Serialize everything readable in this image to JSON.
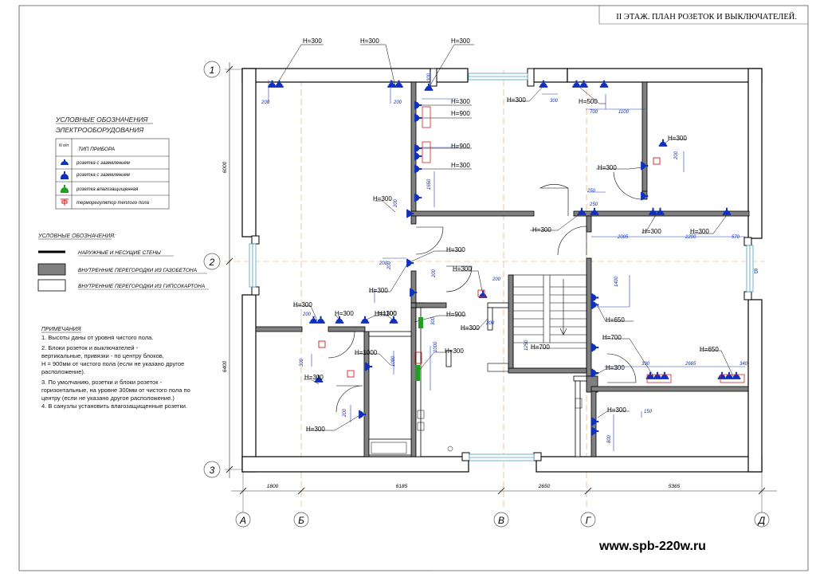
{
  "title": "II ЭТАЖ. ПЛАН РОЗЕТОК И ВЫКЛЮЧАТЕЛЕЙ.",
  "website": "www.spb-220w.ru",
  "legend_equipment": {
    "title_line1": "УСЛОВНЫЕ ОБОЗНАЧЕНИЯ",
    "title_line2": "ЭЛЕКТРООБОРУДОВАНИЯ",
    "col_num": "N п/п",
    "col_type": "ТИП ПРИБОРА",
    "rows": [
      {
        "label": "розетка с заземлением",
        "icon": "socket-grounded-icon"
      },
      {
        "label": "розетка с заземлением",
        "icon": "socket-grounded-icon"
      },
      {
        "label": "розетка влагозащищенная",
        "icon": "socket-waterproof-icon"
      },
      {
        "label": "терморегулятор теплого пола",
        "icon": "thermostat-icon"
      }
    ]
  },
  "legend_walls": {
    "title": "УСЛОВНЫЕ ОБОЗНАЧЕНИЯ:",
    "items": [
      {
        "label": "НАРУЖНЫЕ И НЕСУЩИЕ СТЕНЫ"
      },
      {
        "label": "ВНУТРЕННИЕ ПЕРЕГОРОДКИ ИЗ ГАЗОБЕТОНА"
      },
      {
        "label": "ВНУТРЕННИЕ ПЕРЕГОРОДКИ ИЗ ГИПСОКАРТОНА"
      }
    ]
  },
  "notes": {
    "title": "ПРИМЕЧАНИЯ",
    "lines": [
      "1.  Высоты даны от уровня чистого пола.",
      "2. Блоки розеток и выключателей -",
      "вертикальные, привязки - по центру блоков,",
      "Н = 900мм от чистого пола (если не указано другое",
      "расположение).",
      "3. По умолчанию, розетки и блоки розеток -",
      "горизонтальные, на уровне 300мм от чистого пола по",
      "центру (если не указано другое расположение.)",
      "4. В санузлы установить влагозащищенные розетки."
    ]
  },
  "axes": {
    "rows": [
      "1",
      "2",
      "3"
    ],
    "cols": [
      "А",
      "Б",
      "В",
      "Г",
      "Д"
    ]
  },
  "dimensions": {
    "bottom": [
      "1800",
      "6185",
      "2650",
      "5365"
    ],
    "left": [
      "6000",
      "6400"
    ]
  },
  "height_labels": [
    {
      "text": "H=300"
    },
    {
      "text": "H=300"
    },
    {
      "text": "H=300"
    },
    {
      "text": "H=300"
    },
    {
      "text": "H=900"
    },
    {
      "text": "H=900"
    },
    {
      "text": "H=300"
    },
    {
      "text": "H=300"
    },
    {
      "text": "H=500"
    },
    {
      "text": "H=300"
    },
    {
      "text": "H=300"
    },
    {
      "text": "H=300"
    },
    {
      "text": "H=300"
    },
    {
      "text": "H=300"
    },
    {
      "text": "H=300"
    },
    {
      "text": "H=300"
    },
    {
      "text": "H=300"
    },
    {
      "text": "H=300"
    },
    {
      "text": "H=900"
    },
    {
      "text": "H=300"
    },
    {
      "text": "H=300"
    },
    {
      "text": "H=300"
    },
    {
      "text": "H=300"
    },
    {
      "text": "H=1100"
    },
    {
      "text": "H=1000"
    },
    {
      "text": "H=300"
    },
    {
      "text": "H=300"
    },
    {
      "text": "H=300"
    },
    {
      "text": "H=650"
    },
    {
      "text": "H=700"
    },
    {
      "text": "H=700"
    },
    {
      "text": "H=650"
    },
    {
      "text": "H=300"
    },
    {
      "text": "H=300"
    }
  ],
  "small_dims": [
    {
      "text": "200"
    },
    {
      "text": "200"
    },
    {
      "text": "300"
    },
    {
      "text": "700"
    },
    {
      "text": "1100"
    },
    {
      "text": "1650"
    },
    {
      "text": "300"
    },
    {
      "text": "250"
    },
    {
      "text": "250"
    },
    {
      "text": "200"
    },
    {
      "text": "2005"
    },
    {
      "text": "2200"
    },
    {
      "text": "570"
    },
    {
      "text": "200"
    },
    {
      "text": "200"
    },
    {
      "text": "200"
    },
    {
      "text": "1400"
    },
    {
      "text": "300"
    },
    {
      "text": "1250"
    },
    {
      "text": "1000"
    },
    {
      "text": "390"
    },
    {
      "text": "2665"
    },
    {
      "text": "340"
    },
    {
      "text": "150"
    },
    {
      "text": "800"
    },
    {
      "text": "1080"
    },
    {
      "text": "200"
    },
    {
      "text": "200"
    },
    {
      "text": "300"
    },
    {
      "text": "200"
    },
    {
      "text": "200"
    },
    {
      "text": "200"
    }
  ]
}
